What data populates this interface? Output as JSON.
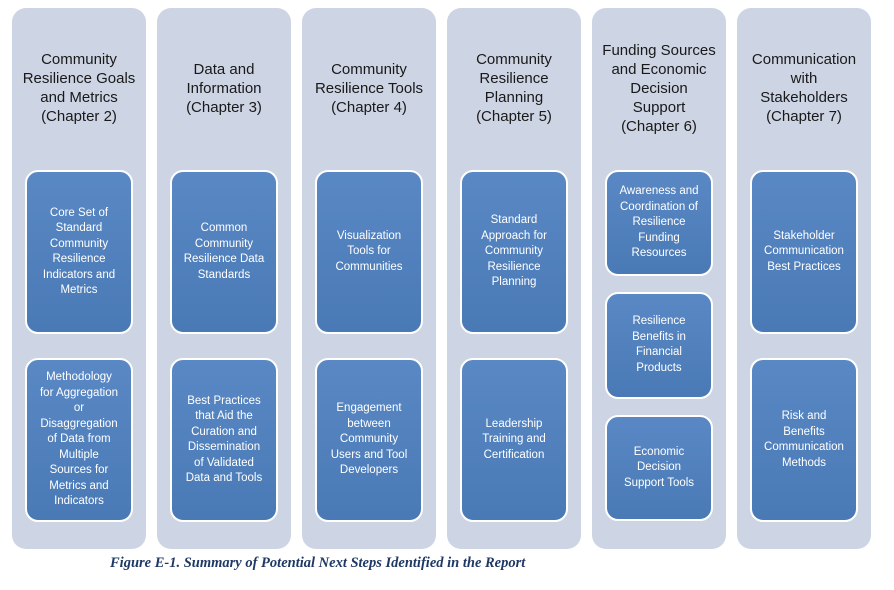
{
  "caption": "Figure E-1. Summary of Potential Next Steps Identified in the Report",
  "colors": {
    "column_bg": "#cdd4e4",
    "box_fill": "#4f81bd",
    "box_border": "#ffffff",
    "box_text": "#ffffff",
    "header_text": "#191919",
    "caption_text": "#1f3864"
  },
  "columns": [
    {
      "header": "Community\nResilience Goals\nand Metrics\n(Chapter 2)",
      "boxes": [
        "Core Set of\nStandard\nCommunity\nResilience\nIndicators and\nMetrics",
        "Methodology\nfor Aggregation\nor\nDisaggregation\nof Data from\nMultiple\nSources for\nMetrics and\nIndicators"
      ]
    },
    {
      "header": "Data and\nInformation\n(Chapter 3)",
      "boxes": [
        "Common\nCommunity\nResilience Data\nStandards",
        "Best Practices\nthat Aid the\nCuration and\nDissemination\nof Validated\nData and Tools"
      ]
    },
    {
      "header": "Community\nResilience Tools\n(Chapter 4)",
      "boxes": [
        "Visualization\nTools for\nCommunities",
        "Engagement\nbetween\nCommunity\nUsers and Tool\nDevelopers"
      ]
    },
    {
      "header": "Community\nResilience\nPlanning\n(Chapter 5)",
      "boxes": [
        "Standard\nApproach for\nCommunity\nResilience\nPlanning",
        "Leadership\nTraining and\nCertification"
      ]
    },
    {
      "header": "Funding Sources\nand Economic\nDecision\nSupport\n(Chapter 6)",
      "boxes": [
        "Awareness and\nCoordination of\nResilience\nFunding\nResources",
        "Resilience\nBenefits in\nFinancial\nProducts",
        "Economic\nDecision\nSupport Tools"
      ]
    },
    {
      "header": "Communication\nwith\nStakeholders\n(Chapter 7)",
      "boxes": [
        "Stakeholder\nCommunication\nBest Practices",
        "Risk and\nBenefits\nCommunication\nMethods"
      ]
    }
  ]
}
